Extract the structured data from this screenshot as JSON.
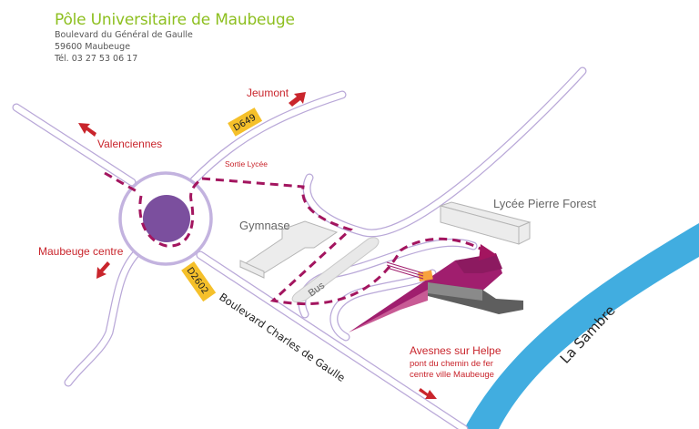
{
  "header": {
    "title": "Pôle Universitaire de Maubeuge",
    "address_line1": "Boulevard du Général de Gaulle",
    "address_line2": "59600 Maubeuge",
    "phone": "Tél. 03 27 53 06 17"
  },
  "directions": {
    "jeumont": "Jeumont",
    "valenciennes": "Valenciennes",
    "maubeuge_centre": "Maubeuge centre",
    "avesnes_title": "Avesnes sur Helpe",
    "avesnes_line2": "pont du chemin de fer",
    "avesnes_line3": "centre ville Maubeuge"
  },
  "roads": {
    "d649": "D649",
    "d2602": "D2602",
    "boulevard": "Boulevard Charles de Gaulle",
    "sortie_lycee": "Sortie Lycée"
  },
  "buildings": {
    "gymnase": "Gymnase",
    "lycee": "Lycée Pierre Forest",
    "bus": "Bus"
  },
  "river": {
    "name": "La Sambre"
  },
  "colors": {
    "accent_title": "#8dbf1f",
    "direction_red": "#c9252c",
    "route_dash": "#a3155f",
    "campus": "#a01e6e",
    "road_outline": "#b9a8d8",
    "roundabout_center": "#7b4f9e",
    "road_badge": "#f5c02a",
    "river": "#41ade0"
  }
}
